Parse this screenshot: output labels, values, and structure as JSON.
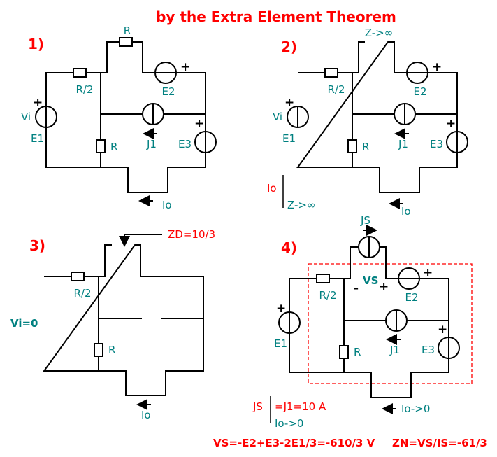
{
  "title": "by  the Extra Element Theorem",
  "colors": {
    "accent": "#ff0000",
    "label": "#008080"
  },
  "circuit1": {
    "number": "1)",
    "R_top": "R",
    "R2": "R/2",
    "E2": "E2",
    "Vi": "Vi",
    "E1": "E1",
    "R": "R",
    "J1": "J1",
    "E3": "E3",
    "Io": "Io"
  },
  "circuit2": {
    "number": "2)",
    "Z_top": "Z->∞",
    "R2": "R/2",
    "E2": "E2",
    "Vi": "Vi",
    "E1": "E1",
    "R": "R",
    "J1": "J1",
    "E3": "E3",
    "Io": "Io",
    "Io_left": "Io",
    "Z_bottom": "Z->∞"
  },
  "circuit3": {
    "number": "3)",
    "ZD": "ZD=10/3",
    "R2": "R/2",
    "Vi": "Vi=0",
    "R": "R",
    "Io": "Io"
  },
  "circuit4": {
    "number": "4)",
    "JS": "JS",
    "VS": "VS",
    "minus": "-",
    "R2": "R/2",
    "E2": "E2",
    "E1": "E1",
    "R": "R",
    "J1": "J1",
    "E3": "E3",
    "Io": "Io->0",
    "cond_js": "JS",
    "cond_eq": "=J1=10 A",
    "cond_io": "Io->0"
  },
  "formulas": {
    "vs": "VS=-E2+E3-2E1/3=-610/3 V",
    "zn": "ZN=VS/IS=-61/3"
  }
}
